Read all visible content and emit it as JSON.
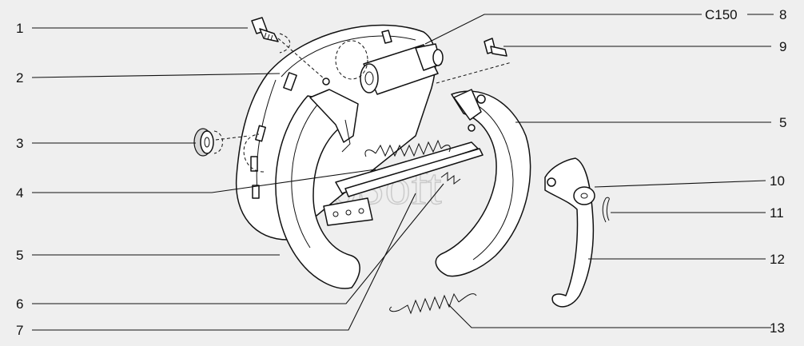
{
  "watermark": "AutoSoft",
  "callouts": {
    "c1": "1",
    "c2": "2",
    "c3": "3",
    "c4": "4",
    "c5_left": "5",
    "c6": "6",
    "c7": "7",
    "c8_code": "C150",
    "c8": "8",
    "c9": "9",
    "c5_right": "5",
    "c10": "10",
    "c11": "11",
    "c12": "12",
    "c13": "13"
  }
}
